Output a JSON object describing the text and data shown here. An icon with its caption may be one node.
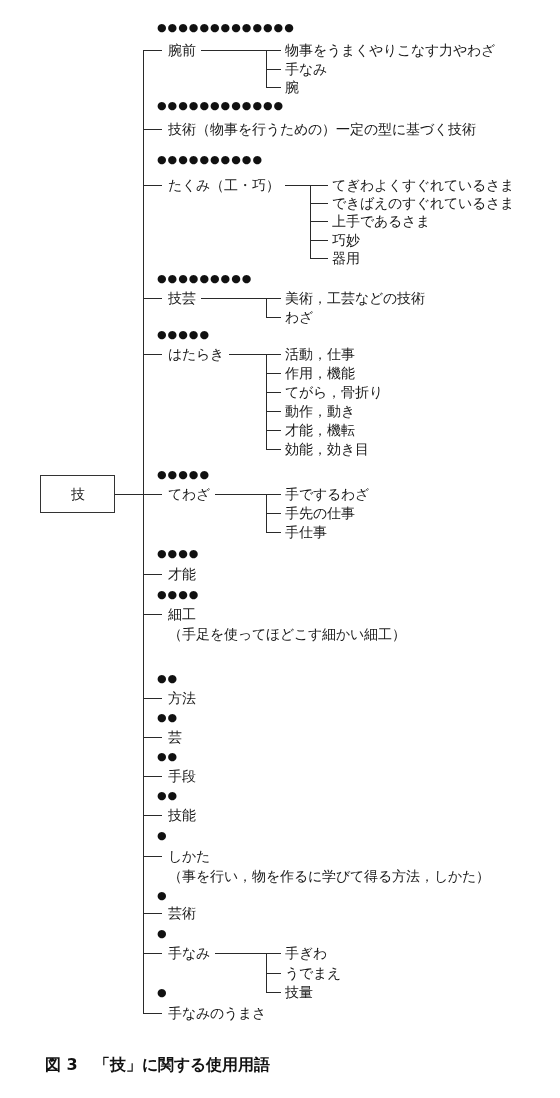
{
  "diagram": {
    "caption": "図 3　「技」に関する使用用語",
    "nodes": [
      {
        "text": [
          "技"
        ]
      },
      {
        "text": [
          "腕前"
        ],
        "beside": [
          "●●●●●●●●●●●●●"
        ]
      },
      {
        "text": [
          "物事をうまくやりこなす力やわざ"
        ]
      },
      {
        "text": [
          "手なみ"
        ]
      },
      {
        "text": [
          "腕"
        ]
      },
      {
        "text": [
          "技術（物事を行うための）一定の型に基づく技術"
        ],
        "beside": [
          "●●●●●●●●●●●●"
        ]
      },
      {
        "text": [
          "たくみ（工・巧）"
        ],
        "beside": [
          "●●●●●●●●●●"
        ]
      },
      {
        "text": [
          "てぎわよくすぐれているさま"
        ]
      },
      {
        "text": [
          "できばえのすぐれているさま"
        ]
      },
      {
        "text": [
          "上手であるさま"
        ]
      },
      {
        "text": [
          "巧妙"
        ]
      },
      {
        "text": [
          "器用"
        ]
      },
      {
        "text": [
          "技芸"
        ],
        "beside": [
          "●●●●●●●●●"
        ]
      },
      {
        "text": [
          "美術，工芸などの技術"
        ]
      },
      {
        "text": [
          "わざ"
        ]
      },
      {
        "text": [
          "はたらき"
        ],
        "beside": [
          "●●●●●"
        ]
      },
      {
        "text": [
          "活動，仕事"
        ]
      },
      {
        "text": [
          "作用，機能"
        ]
      },
      {
        "text": [
          "てがら，骨折り"
        ]
      },
      {
        "text": [
          "動作，動き"
        ]
      },
      {
        "text": [
          "才能，機転"
        ]
      },
      {
        "text": [
          "効能，効き目"
        ]
      },
      {
        "text": [
          "てわざ"
        ],
        "beside": [
          "●●●●●"
        ]
      },
      {
        "text": [
          "手でするわざ"
        ]
      },
      {
        "text": [
          "手先の仕事"
        ]
      },
      {
        "text": [
          "手仕事"
        ]
      },
      {
        "text": [
          "才能"
        ],
        "beside": [
          "●●●●"
        ]
      },
      {
        "text": [
          "細工",
          "（手足を使ってほどこす細かい細工）"
        ],
        "beside": [
          "●●●●"
        ]
      },
      {
        "text": [
          "方法"
        ],
        "beside": [
          "●●"
        ]
      },
      {
        "text": [
          "芸"
        ],
        "beside": [
          "●●"
        ]
      },
      {
        "text": [
          "手段"
        ],
        "beside": [
          "●●"
        ]
      },
      {
        "text": [
          "技能"
        ],
        "beside": [
          "●●"
        ]
      },
      {
        "text": [
          "しかた",
          "（事を行い，物を作るに学びて得る方法，しかた）"
        ],
        "beside": [
          "●"
        ]
      },
      {
        "text": [
          "芸術"
        ],
        "beside": [
          "●"
        ]
      },
      {
        "text": [
          "手なみ"
        ],
        "beside": [
          "●"
        ]
      },
      {
        "text": [
          "手ぎわ"
        ]
      },
      {
        "text": [
          "うでまえ"
        ]
      },
      {
        "text": [
          "技量"
        ]
      },
      {
        "text": [
          "手なみのうまさ"
        ],
        "beside": [
          "●"
        ]
      }
    ],
    "edges": [
      {
        "from": 0,
        "to": 1,
        "arrow": "none"
      },
      {
        "from": 1,
        "to": 2,
        "arrow": "none"
      },
      {
        "from": 1,
        "to": 3,
        "arrow": "none"
      },
      {
        "from": 1,
        "to": 4,
        "arrow": "none"
      },
      {
        "from": 0,
        "to": 5,
        "arrow": "none"
      },
      {
        "from": 0,
        "to": 6,
        "arrow": "none"
      },
      {
        "from": 6,
        "to": 7,
        "arrow": "none"
      },
      {
        "from": 6,
        "to": 8,
        "arrow": "none"
      },
      {
        "from": 6,
        "to": 9,
        "arrow": "none"
      },
      {
        "from": 6,
        "to": 10,
        "arrow": "none"
      },
      {
        "from": 6,
        "to": 11,
        "arrow": "none"
      },
      {
        "from": 0,
        "to": 12,
        "arrow": "none"
      },
      {
        "from": 12,
        "to": 13,
        "arrow": "none"
      },
      {
        "from": 12,
        "to": 14,
        "arrow": "none"
      },
      {
        "from": 0,
        "to": 15,
        "arrow": "none"
      },
      {
        "from": 15,
        "to": 16,
        "arrow": "none"
      },
      {
        "from": 15,
        "to": 17,
        "arrow": "none"
      },
      {
        "from": 15,
        "to": 18,
        "arrow": "none"
      },
      {
        "from": 15,
        "to": 19,
        "arrow": "none"
      },
      {
        "from": 15,
        "to": 20,
        "arrow": "none"
      },
      {
        "from": 15,
        "to": 21,
        "arrow": "none"
      },
      {
        "from": 0,
        "to": 22,
        "arrow": "none"
      },
      {
        "from": 22,
        "to": 23,
        "arrow": "none"
      },
      {
        "from": 22,
        "to": 24,
        "arrow": "none"
      },
      {
        "from": 22,
        "to": 25,
        "arrow": "none"
      },
      {
        "from": 0,
        "to": 26,
        "arrow": "none"
      },
      {
        "from": 0,
        "to": 27,
        "arrow": "none"
      },
      {
        "from": 0,
        "to": 28,
        "arrow": "none"
      },
      {
        "from": 0,
        "to": 29,
        "arrow": "none"
      },
      {
        "from": 0,
        "to": 30,
        "arrow": "none"
      },
      {
        "from": 0,
        "to": 31,
        "arrow": "none"
      },
      {
        "from": 0,
        "to": 32,
        "arrow": "none"
      },
      {
        "from": 0,
        "to": 33,
        "arrow": "none"
      },
      {
        "from": 0,
        "to": 34,
        "arrow": "none"
      },
      {
        "from": 34,
        "to": 35,
        "arrow": "none"
      },
      {
        "from": 34,
        "to": 36,
        "arrow": "none"
      },
      {
        "from": 34,
        "to": 37,
        "arrow": "none"
      },
      {
        "from": 0,
        "to": 38,
        "arrow": "none"
      }
    ]
  }
}
